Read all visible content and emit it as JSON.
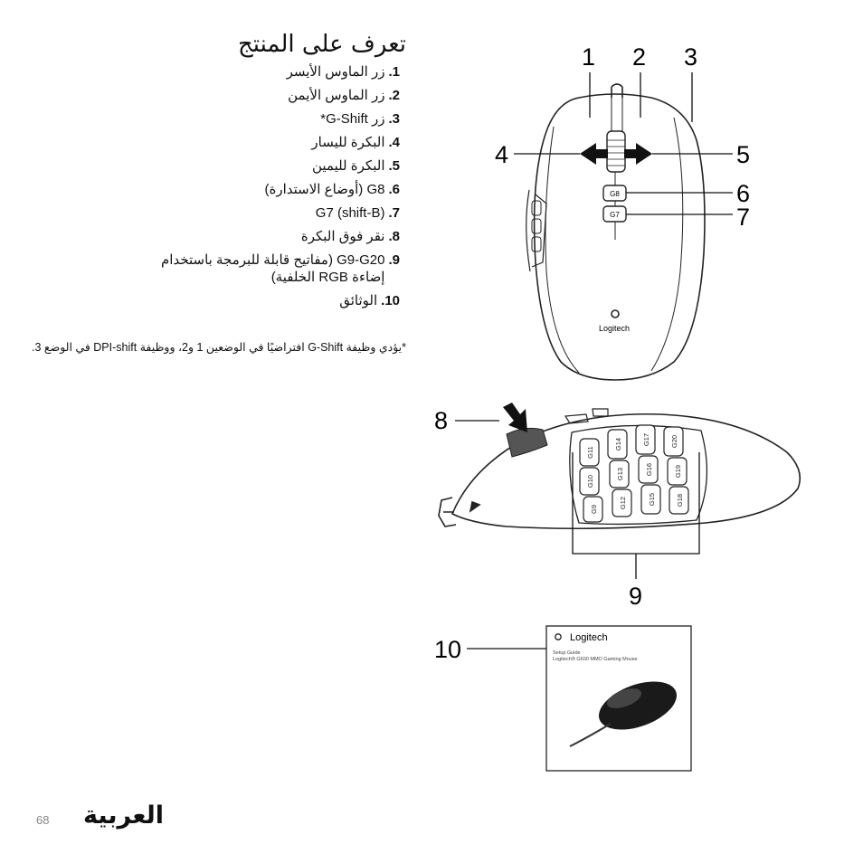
{
  "heading": "تعرف على المنتج",
  "items": [
    {
      "num": "1.",
      "text": "زر الماوس الأيسر"
    },
    {
      "num": "2.",
      "text": "زر الماوس الأيمن"
    },
    {
      "num": "3.",
      "text": "زر G-Shift*"
    },
    {
      "num": "4.",
      "text": "البكرة لليسار"
    },
    {
      "num": "5.",
      "text": "البكرة لليمين"
    },
    {
      "num": "6.",
      "text": "G8 (أوضاع الاستدارة)"
    },
    {
      "num": "7.",
      "text": "G7 (shift-B)"
    },
    {
      "num": "8.",
      "text": "نقر فوق البكرة"
    },
    {
      "num": "9.",
      "text": "G9-G20 (مفاتيح قابلة للبرمجة باستخدام إضاءة RGB الخلفية)"
    },
    {
      "num": "10.",
      "text": "الوثائق"
    }
  ],
  "note": "*يؤدي وظيفة G-Shift افتراضيًا في الوضعين 1 و2، ووظيفة DPI-shift في الوضع 3.",
  "callouts": [
    "1",
    "2",
    "3",
    "4",
    "5",
    "6",
    "7",
    "8",
    "9",
    "10"
  ],
  "mouse_logo": "Logitech",
  "top_buttons": [
    "G8",
    "G7"
  ],
  "side_keys": [
    "G9",
    "G10",
    "G11",
    "G12",
    "G13",
    "G14",
    "G15",
    "G16",
    "G17",
    "G18",
    "G19",
    "G20"
  ],
  "guide": {
    "brand": "Logitech",
    "line1": "Setup Guide",
    "line2": "Logitech® G600 MMO Gaming Mouse"
  },
  "footer": {
    "page_number": "68",
    "language": "العربية"
  }
}
